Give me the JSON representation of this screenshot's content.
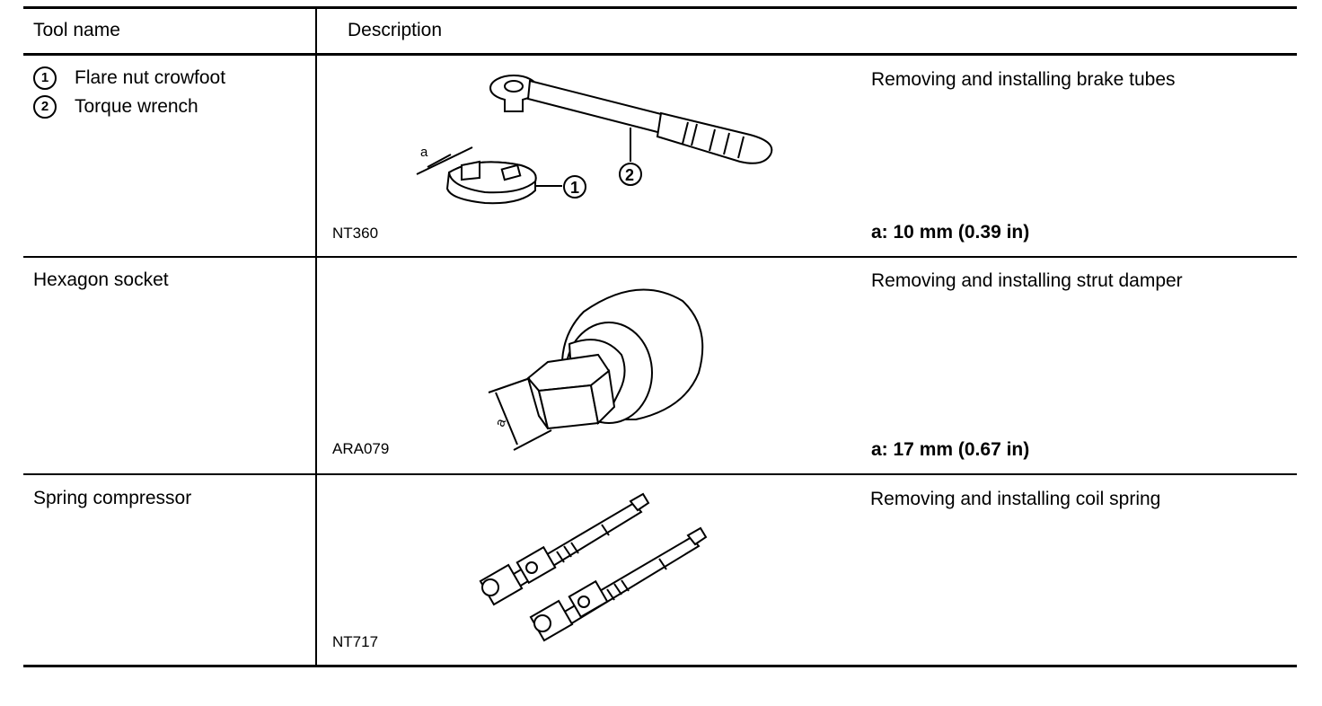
{
  "header": {
    "col_tool": "Tool name",
    "col_description": "Description"
  },
  "rows": [
    {
      "tool_items": [
        {
          "num": "1",
          "name": "Flare nut crowfoot"
        },
        {
          "num": "2",
          "name": "Torque wrench"
        }
      ],
      "figure_code": "NT360",
      "figure_callouts": [
        "a",
        "1",
        "2"
      ],
      "description": "Removing and installing brake tubes",
      "spec": "a: 10 mm (0.39 in)"
    },
    {
      "tool_name": "Hexagon socket",
      "figure_code": "ARA079",
      "figure_callouts": [
        "a"
      ],
      "description": "Removing and installing strut damper",
      "spec": "a: 17 mm (0.67 in)"
    },
    {
      "tool_name": "Spring compressor",
      "figure_code": "NT717",
      "description": "Removing and installing coil spring"
    }
  ]
}
